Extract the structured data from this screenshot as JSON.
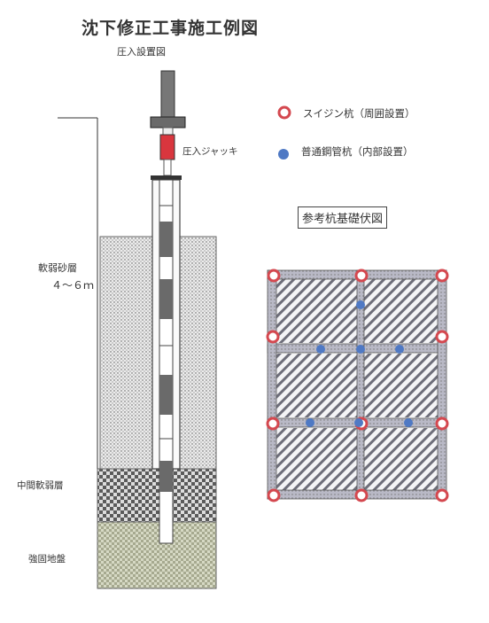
{
  "title": "沈下修正工事施工例図",
  "subtitle": "圧入設置図",
  "labels": {
    "jack": "圧入ジャッキ",
    "soft_sand": "軟弱砂層",
    "depth": "４～６ｍ",
    "mid_soft": "中間軟弱層",
    "firm": "強固地盤"
  },
  "legend": {
    "swijin_pile": "スイジン杭（周囲設置）",
    "steel_pile": "普通鋼管杭（内部設置）"
  },
  "plan_title": "参考杭基礎伏図",
  "colors": {
    "swijin": "#d4484f",
    "steel": "#4f79c4",
    "beam": "#8a8a9a",
    "jack": "#d9363e"
  }
}
